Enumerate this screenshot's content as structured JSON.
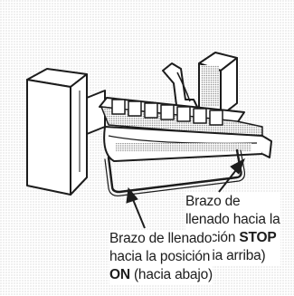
{
  "labels": {
    "stop": {
      "line1": "Brazo de",
      "line2": "llenado hacia la",
      "line3_prefix": "posición ",
      "line3_bold": "STOP",
      "line4": "(hacia arriba)"
    },
    "on": {
      "line1": "Brazo de llenado",
      "line2": "hacia la posición",
      "line3_bold": "ON",
      "line3_suffix": " (hacia abajo)"
    }
  },
  "colors": {
    "ink": "#1c1c1c",
    "stipple": "#d9d9d9"
  }
}
